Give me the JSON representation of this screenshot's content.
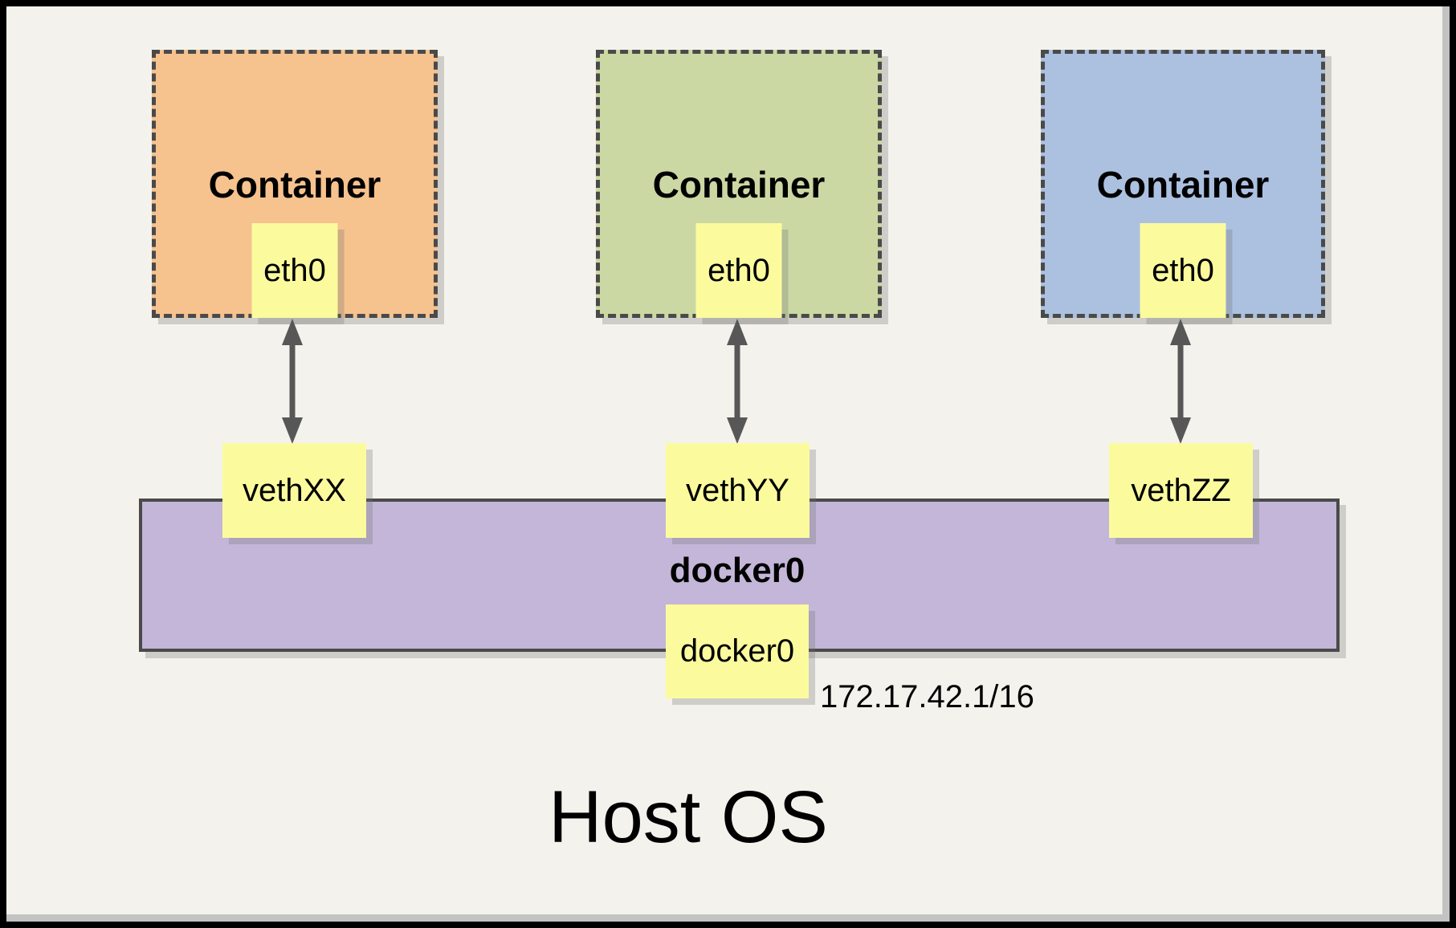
{
  "diagram": {
    "containers": [
      {
        "label": "Container",
        "interface": "eth0",
        "fill": "#F6C28E"
      },
      {
        "label": "Container",
        "interface": "eth0",
        "fill": "#CBD8A3"
      },
      {
        "label": "Container",
        "interface": "eth0",
        "fill": "#ACC1E0"
      }
    ],
    "veth_interfaces": [
      {
        "label": "vethXX"
      },
      {
        "label": "vethYY"
      },
      {
        "label": "vethZZ"
      }
    ],
    "bridge": {
      "title": "docker0",
      "interface": "docker0",
      "ip_address": "172.17.42.1/16",
      "fill": "#C3B6D8"
    },
    "host_os_label": "Host OS",
    "interface_box_fill": "#FBFB9E",
    "background_color": "#F4F2EC",
    "border_color": "#4A4A4A",
    "arrow_color": "#575757"
  }
}
